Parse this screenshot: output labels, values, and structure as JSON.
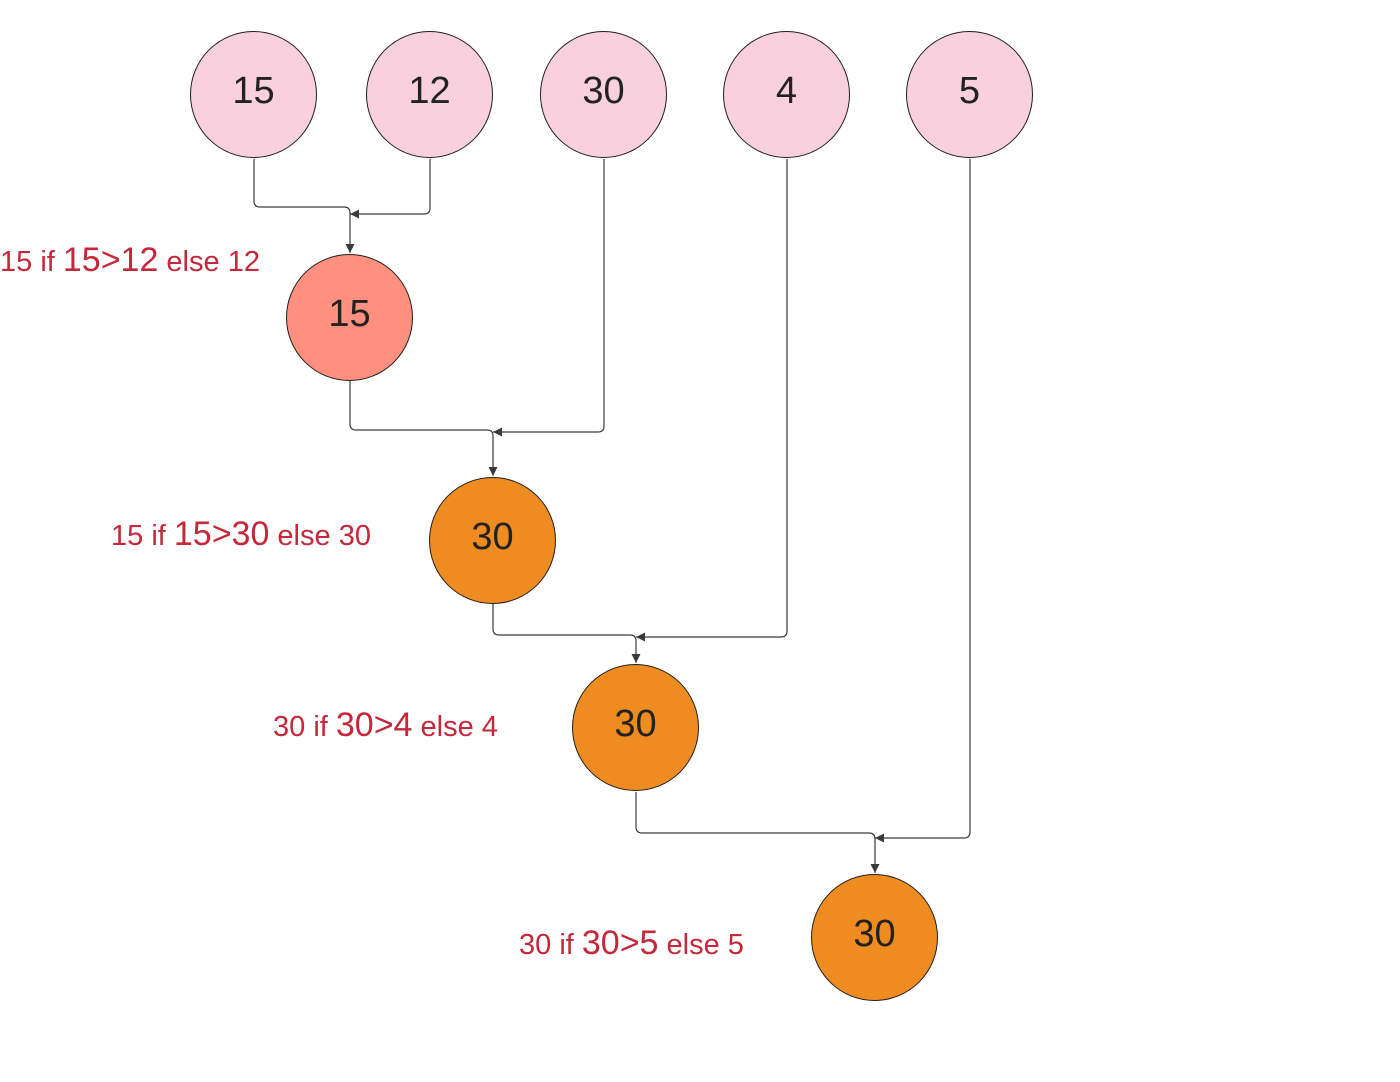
{
  "colors": {
    "input_node": "#f9d1de",
    "first_result_node": "#ff8f7f",
    "result_node": "#ef8c21",
    "label_text": "#c4283a",
    "line": "#3a3a3a"
  },
  "inputs": [
    "15",
    "12",
    "30",
    "4",
    "5"
  ],
  "steps": [
    {
      "result": "15",
      "label": {
        "if_value": "15 if ",
        "condition": "15>12",
        "else_part": " else 12"
      }
    },
    {
      "result": "30",
      "label": {
        "if_value": "15 if ",
        "condition": "15>30",
        "else_part": " else 30"
      }
    },
    {
      "result": "30",
      "label": {
        "if_value": "30 if ",
        "condition": "30>4",
        "else_part": " else 4"
      }
    },
    {
      "result": "30",
      "label": {
        "if_value": "30 if ",
        "condition": "30>5",
        "else_part": " else 5"
      }
    }
  ]
}
